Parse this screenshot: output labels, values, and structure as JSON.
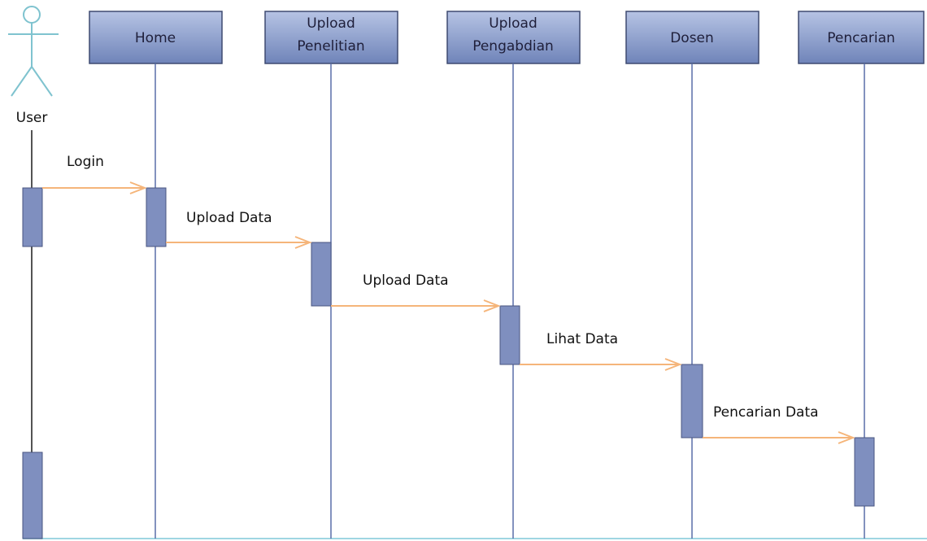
{
  "actor": {
    "label": "User"
  },
  "objects": [
    {
      "lines": [
        "Home"
      ]
    },
    {
      "lines": [
        "Upload",
        "Penelitian"
      ]
    },
    {
      "lines": [
        "Upload",
        "Pengabdian"
      ]
    },
    {
      "lines": [
        "Dosen"
      ]
    },
    {
      "lines": [
        "Pencarian"
      ]
    }
  ],
  "messages": [
    {
      "label": "Login"
    },
    {
      "label": "Upload Data"
    },
    {
      "label": "Upload Data"
    },
    {
      "label": "Lihat Data"
    },
    {
      "label": "Pencarian Data"
    }
  ],
  "colors": {
    "object_fill_top": "#b6c3e4",
    "object_fill_bottom": "#6f84b9",
    "object_stroke": "#3e4a70",
    "activation_fill": "#7f8fbf",
    "activation_stroke": "#4a5680",
    "message_arrow": "#f5b57a",
    "lifeline": "#5a6fa8",
    "actor_stroke": "#7fc3cf",
    "baseline": "#9fd6e2"
  }
}
